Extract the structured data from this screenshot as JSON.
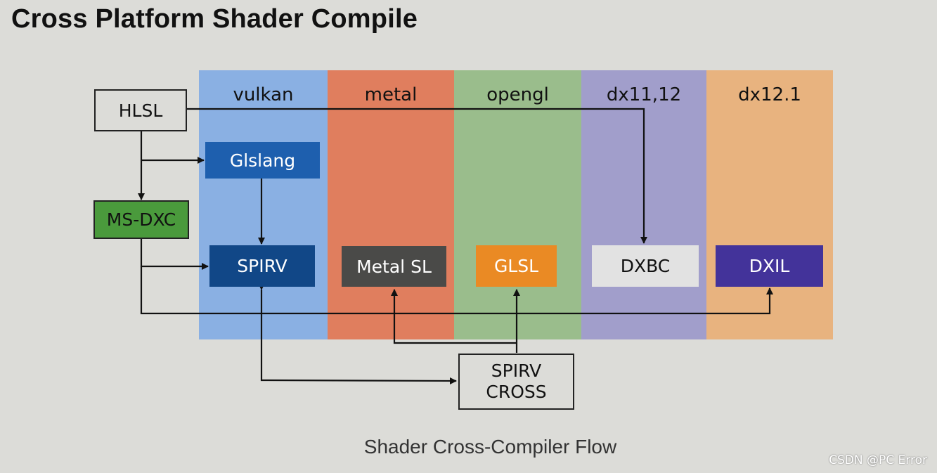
{
  "title": "Cross Platform Shader Compile",
  "caption": "Shader Cross-Compiler Flow",
  "watermark": "CSDN @PC Error",
  "lanes": [
    {
      "id": "vulkan",
      "label": "vulkan",
      "color": "#8ab0e3"
    },
    {
      "id": "metal",
      "label": "metal",
      "color": "#e07e5e"
    },
    {
      "id": "opengl",
      "label": "opengl",
      "color": "#9abd8c"
    },
    {
      "id": "dx11",
      "label": "dx11,12",
      "color": "#a19ecb"
    },
    {
      "id": "dx12",
      "label": "dx12.1",
      "color": "#e8b37f"
    }
  ],
  "nodes": {
    "hlsl": {
      "label": "HLSL",
      "fill": "#dcdcd8",
      "text_color": "#111111"
    },
    "glslang": {
      "label": "Glslang",
      "fill": "#1e5fae",
      "text_color": "#ffffff"
    },
    "msdxc": {
      "label": "MS-DXC",
      "fill": "#4a9a3c",
      "text_color": "#111111"
    },
    "spirv": {
      "label": "SPIRV",
      "fill": "#114787",
      "text_color": "#ffffff"
    },
    "metalsl": {
      "label": "Metal SL",
      "fill": "#4a4a48",
      "text_color": "#ffffff"
    },
    "glsl": {
      "label": "GLSL",
      "fill": "#ea8a24",
      "text_color": "#ffffff"
    },
    "dxbc": {
      "label": "DXBC",
      "fill": "#e2e2e2",
      "text_color": "#111111"
    },
    "dxil": {
      "label": "DXIL",
      "fill": "#43339a",
      "text_color": "#ffffff"
    },
    "spirvcross": {
      "label": "SPIRV\nCROSS",
      "fill": "#dcdcd8",
      "text_color": "#111111"
    }
  }
}
